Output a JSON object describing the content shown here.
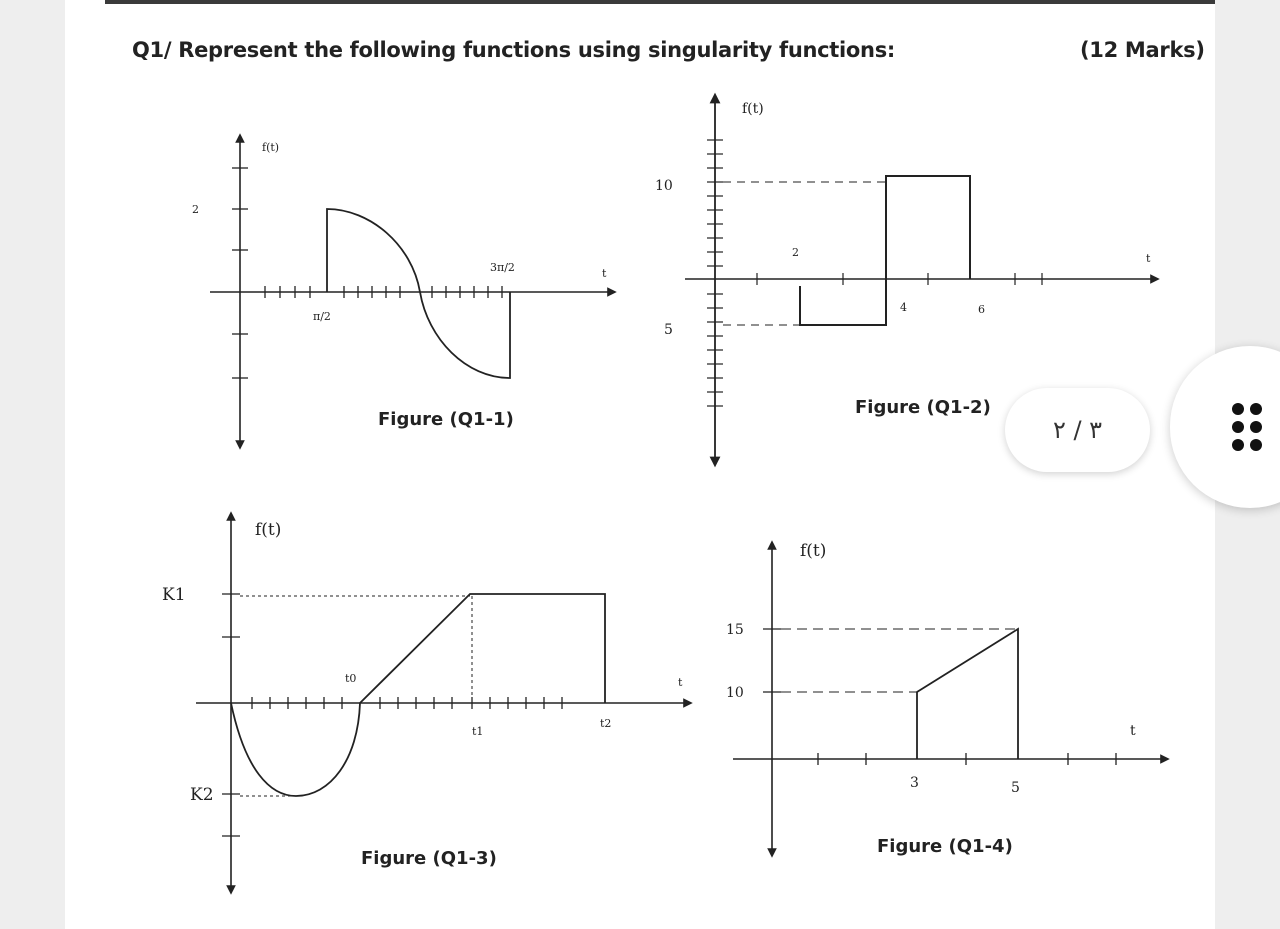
{
  "header": {
    "question": "Q1/ Represent the following functions using singularity functions:",
    "marks": "(12 Marks)"
  },
  "figure1": {
    "caption": "Figure (Q1-1)",
    "y_label": "f(t)",
    "x_label": "t",
    "y_tick": "2",
    "x_tick_a": "π/2",
    "x_tick_b": "3π/2"
  },
  "figure2": {
    "caption": "Figure (Q1-2)",
    "y_label": "f(t)",
    "x_label": "t",
    "y_tick_top": "10",
    "y_tick_bottom": "5",
    "x_tick_2": "2",
    "x_tick_4": "4",
    "x_tick_6": "6"
  },
  "figure3": {
    "caption": "Figure (Q1-3)",
    "y_label": "f(t)",
    "x_label": "t",
    "level_k1": "K1",
    "level_k2": "K2",
    "x_tick_t0": "t0",
    "x_tick_t1": "t1",
    "x_tick_t2": "t2"
  },
  "figure4": {
    "caption": "Figure (Q1-4)",
    "y_label": "f(t)",
    "x_label": "t",
    "y_tick_15": "15",
    "y_tick_10": "10",
    "x_tick_3": "3",
    "x_tick_5": "5"
  },
  "viewer": {
    "page_indicator": "٣ / ٢",
    "menu_icon": "more-dots-icon"
  },
  "colors": {
    "ink": "#222222",
    "page": "#ffffff",
    "backdrop": "#eeeeee"
  }
}
